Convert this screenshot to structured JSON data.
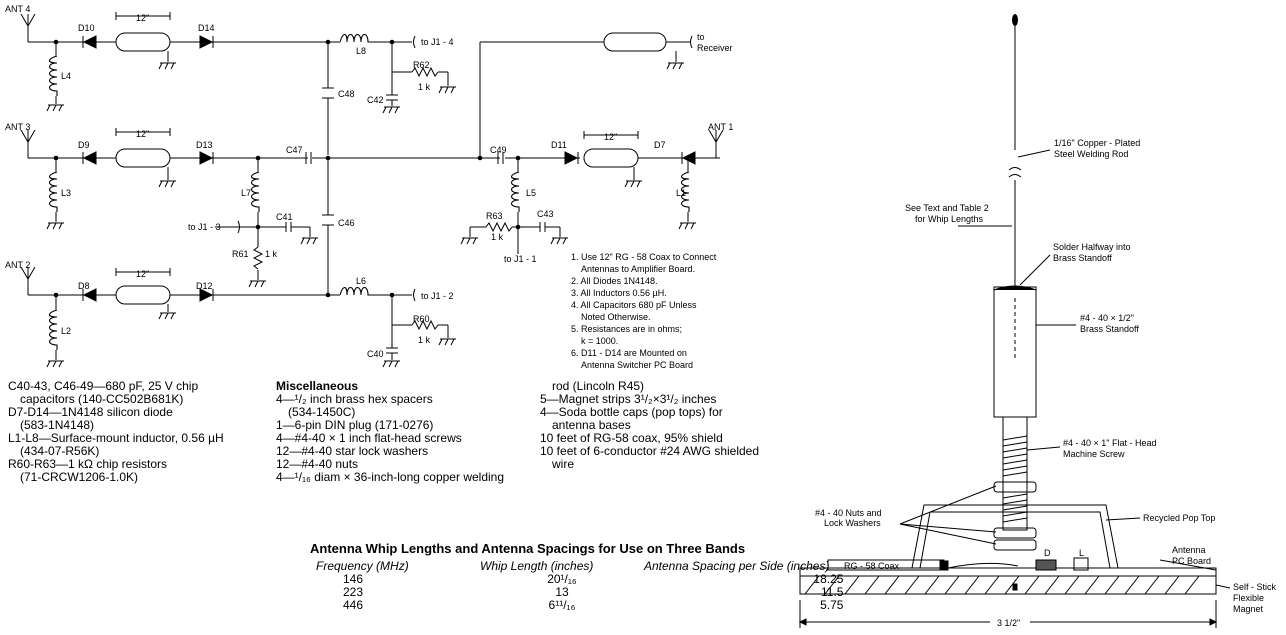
{
  "schematic": {
    "antennas": [
      "ANT 4",
      "ANT 3",
      "ANT 2",
      "ANT 1"
    ],
    "diodes": [
      "D10",
      "D14",
      "D9",
      "D13",
      "D8",
      "D12",
      "D11",
      "D7"
    ],
    "inductors": [
      "L8",
      "L4",
      "L3",
      "L7",
      "L2",
      "L6",
      "L5",
      "L1"
    ],
    "capacitors": [
      "C48",
      "C47",
      "C41",
      "C42",
      "C46",
      "C40",
      "C49",
      "C43"
    ],
    "resistors": [
      "R62",
      "R61",
      "R60",
      "R63"
    ],
    "resistor_value": "1 k",
    "coax_length": "12\"",
    "connections": [
      "to J1 - 4",
      "to J1 - 3",
      "to J1 - 2",
      "to J1 - 1"
    ],
    "receiver_to": "to",
    "receiver": "Receiver"
  },
  "notes": [
    "1. Use 12\" RG - 58 Coax to Connect",
    "Antennas to Amplifier Board.",
    "2. All Diodes 1N4148.",
    "3. All Inductors 0.56 µH.",
    "4. All Capacitors 680 pF Unless",
    "Noted Otherwise.",
    "5. Resistances are in ohms;",
    "k = 1000.",
    "6. D11 - D14 are Mounted on",
    "Antenna Switcher PC Board"
  ],
  "parts_list": {
    "col1": [
      "C40-43, C46-49—680 pF, 25 V chip",
      "capacitors (140-CC502B681K)",
      "D7-D14—1N4148 silicon diode",
      "(583-1N4148)",
      "L1-L8—Surface-mount inductor, 0.56 µH",
      "(434-07-R56K)",
      "R60-R63—1 kΩ chip resistors",
      "(71-CRCW1206-1.0K)"
    ],
    "misc_heading": "Miscellaneous",
    "col2": [
      "4—¹/₂ inch brass hex spacers",
      "(534-1450C)",
      "1—6-pin DIN plug (171-0276)",
      "4—#4-40 × 1 inch flat-head screws",
      "12—#4-40 star lock washers",
      "12—#4-40 nuts",
      "4—¹/₁₆ diam × 36-inch-long copper welding"
    ],
    "col3": [
      "rod (Lincoln R45)",
      "5—Magnet strips 3¹/₂×3¹/₂ inches",
      "4—Soda bottle caps (pop tops) for",
      "antenna bases",
      "10 feet of RG-58 coax, 95% shield",
      "10 feet of 6-conductor #24 AWG shielded",
      "wire"
    ]
  },
  "table": {
    "title": "Antenna Whip Lengths and Antenna Spacings for Use on Three Bands",
    "headers": [
      "Frequency (MHz)",
      "Whip Length (inches)",
      "Antenna Spacing per Side (inches)"
    ],
    "rows": [
      [
        "146",
        "20¹/₁₆",
        "18.25"
      ],
      [
        "223",
        "13",
        "11.5"
      ],
      [
        "446",
        "6¹¹/₁₆",
        "5.75"
      ]
    ]
  },
  "mechanical": {
    "labels": [
      "1/16\" Copper - Plated",
      "Steel Welding Rod",
      "See Text and Table 2",
      "for Whip Lengths",
      "Solder Halfway into",
      "Brass Standoff",
      "#4 - 40 × 1/2\"",
      "Brass Standoff",
      "#4 - 40 × 1\" Flat - Head",
      "Machine Screw",
      "#4 - 40 Nuts and",
      "Lock Washers",
      "Recycled Pop Top",
      "Antenna",
      "PC Board",
      "RG - 58 Coax",
      "D",
      "L",
      "Self - Stick",
      "Flexible",
      "Magnet",
      "3 1/2\""
    ]
  }
}
